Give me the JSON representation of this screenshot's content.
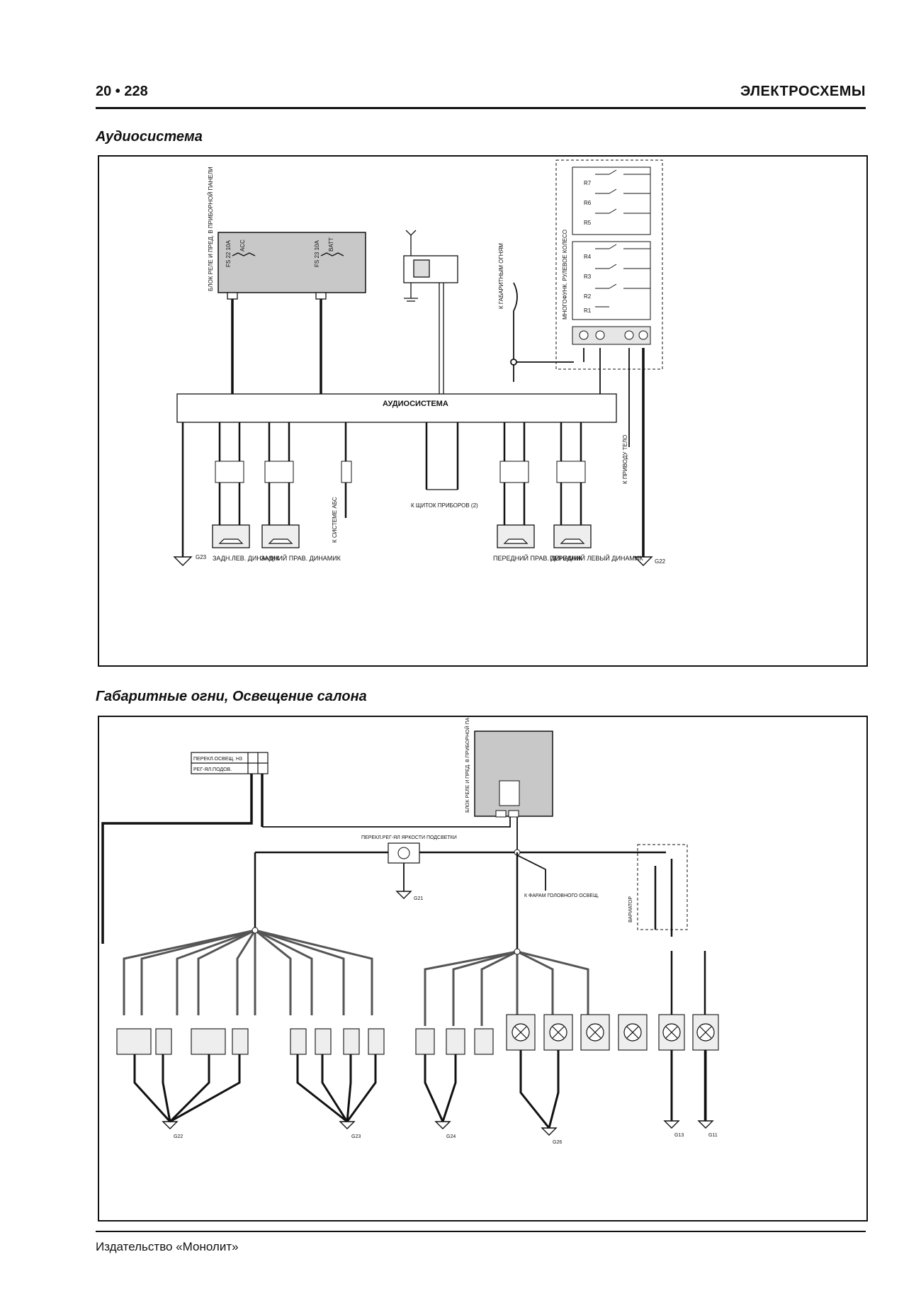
{
  "header": {
    "page_number": "20 • 228",
    "section": "ЭЛЕКТРОСХЕМЫ"
  },
  "audio": {
    "title": "Аудиосистема",
    "unit_label": "АУДИОСИСТЕМА",
    "fuse_box": "БЛОК РЕЛЕ И ПРЕД. В ПРИБОРНОЙ ПАНЕЛИ",
    "fuse_1": "FS 22 10A",
    "fuse_2": "FS 23 10A",
    "acc": "ACC",
    "batt": "BATT",
    "to_lights": "К ГАБАРИТНЫМ ОГНЯМ",
    "to_cluster": "К ЩИТОК ПРИБОРОВ (2)",
    "to_abs": "К СИСТЕМЕ АБС",
    "to_drive": "К ПРИВОДУ ТЕЛО",
    "steering": "МНОГОФУНК. РУЛЕВОЕ КОЛЕСО",
    "resistors": [
      "R7",
      "R6",
      "R5",
      "R4",
      "R3",
      "R2",
      "R1"
    ],
    "ground_left": "G23",
    "ground_right": "G22",
    "speakers": [
      "ЗАДН.ЛЕВ. ДИНАМИК",
      "ЗАДНИЙ ПРАВ. ДИНАМИК",
      "ПЕРЕДНИЙ ПРАВ. ДИНАМИК",
      "ПЕРЕДНИЙ ЛЕВЫЙ ДИНАМИК"
    ]
  },
  "lights": {
    "title": "Габаритные огни, Освещение салона",
    "switch_row_1": "ПЕРЕКЛ.ОСВЕЩ. Н3",
    "switch_row_2": "РЕГ-ЯЛ.ПОДОВ.",
    "dimmer": "ПЕРЕКЛ.РЕГ-ЯЛ ЯРКОСТИ ПОДСВЕТКИ",
    "to_headlamp": "К ФАРАМ ГОЛОВНОГО ОСВЕЩ.",
    "fuse_box": "БЛОК РЕЛЕ И ПРЕД. В ПРИБОРНОЙ ПАНЕЛИ",
    "variator": "ВАРИАТОР",
    "grounds": [
      "G21",
      "G22",
      "G23",
      "G24",
      "G26",
      "G13",
      "G11"
    ]
  },
  "footer": {
    "publisher": "Издательство «Монолит»"
  }
}
